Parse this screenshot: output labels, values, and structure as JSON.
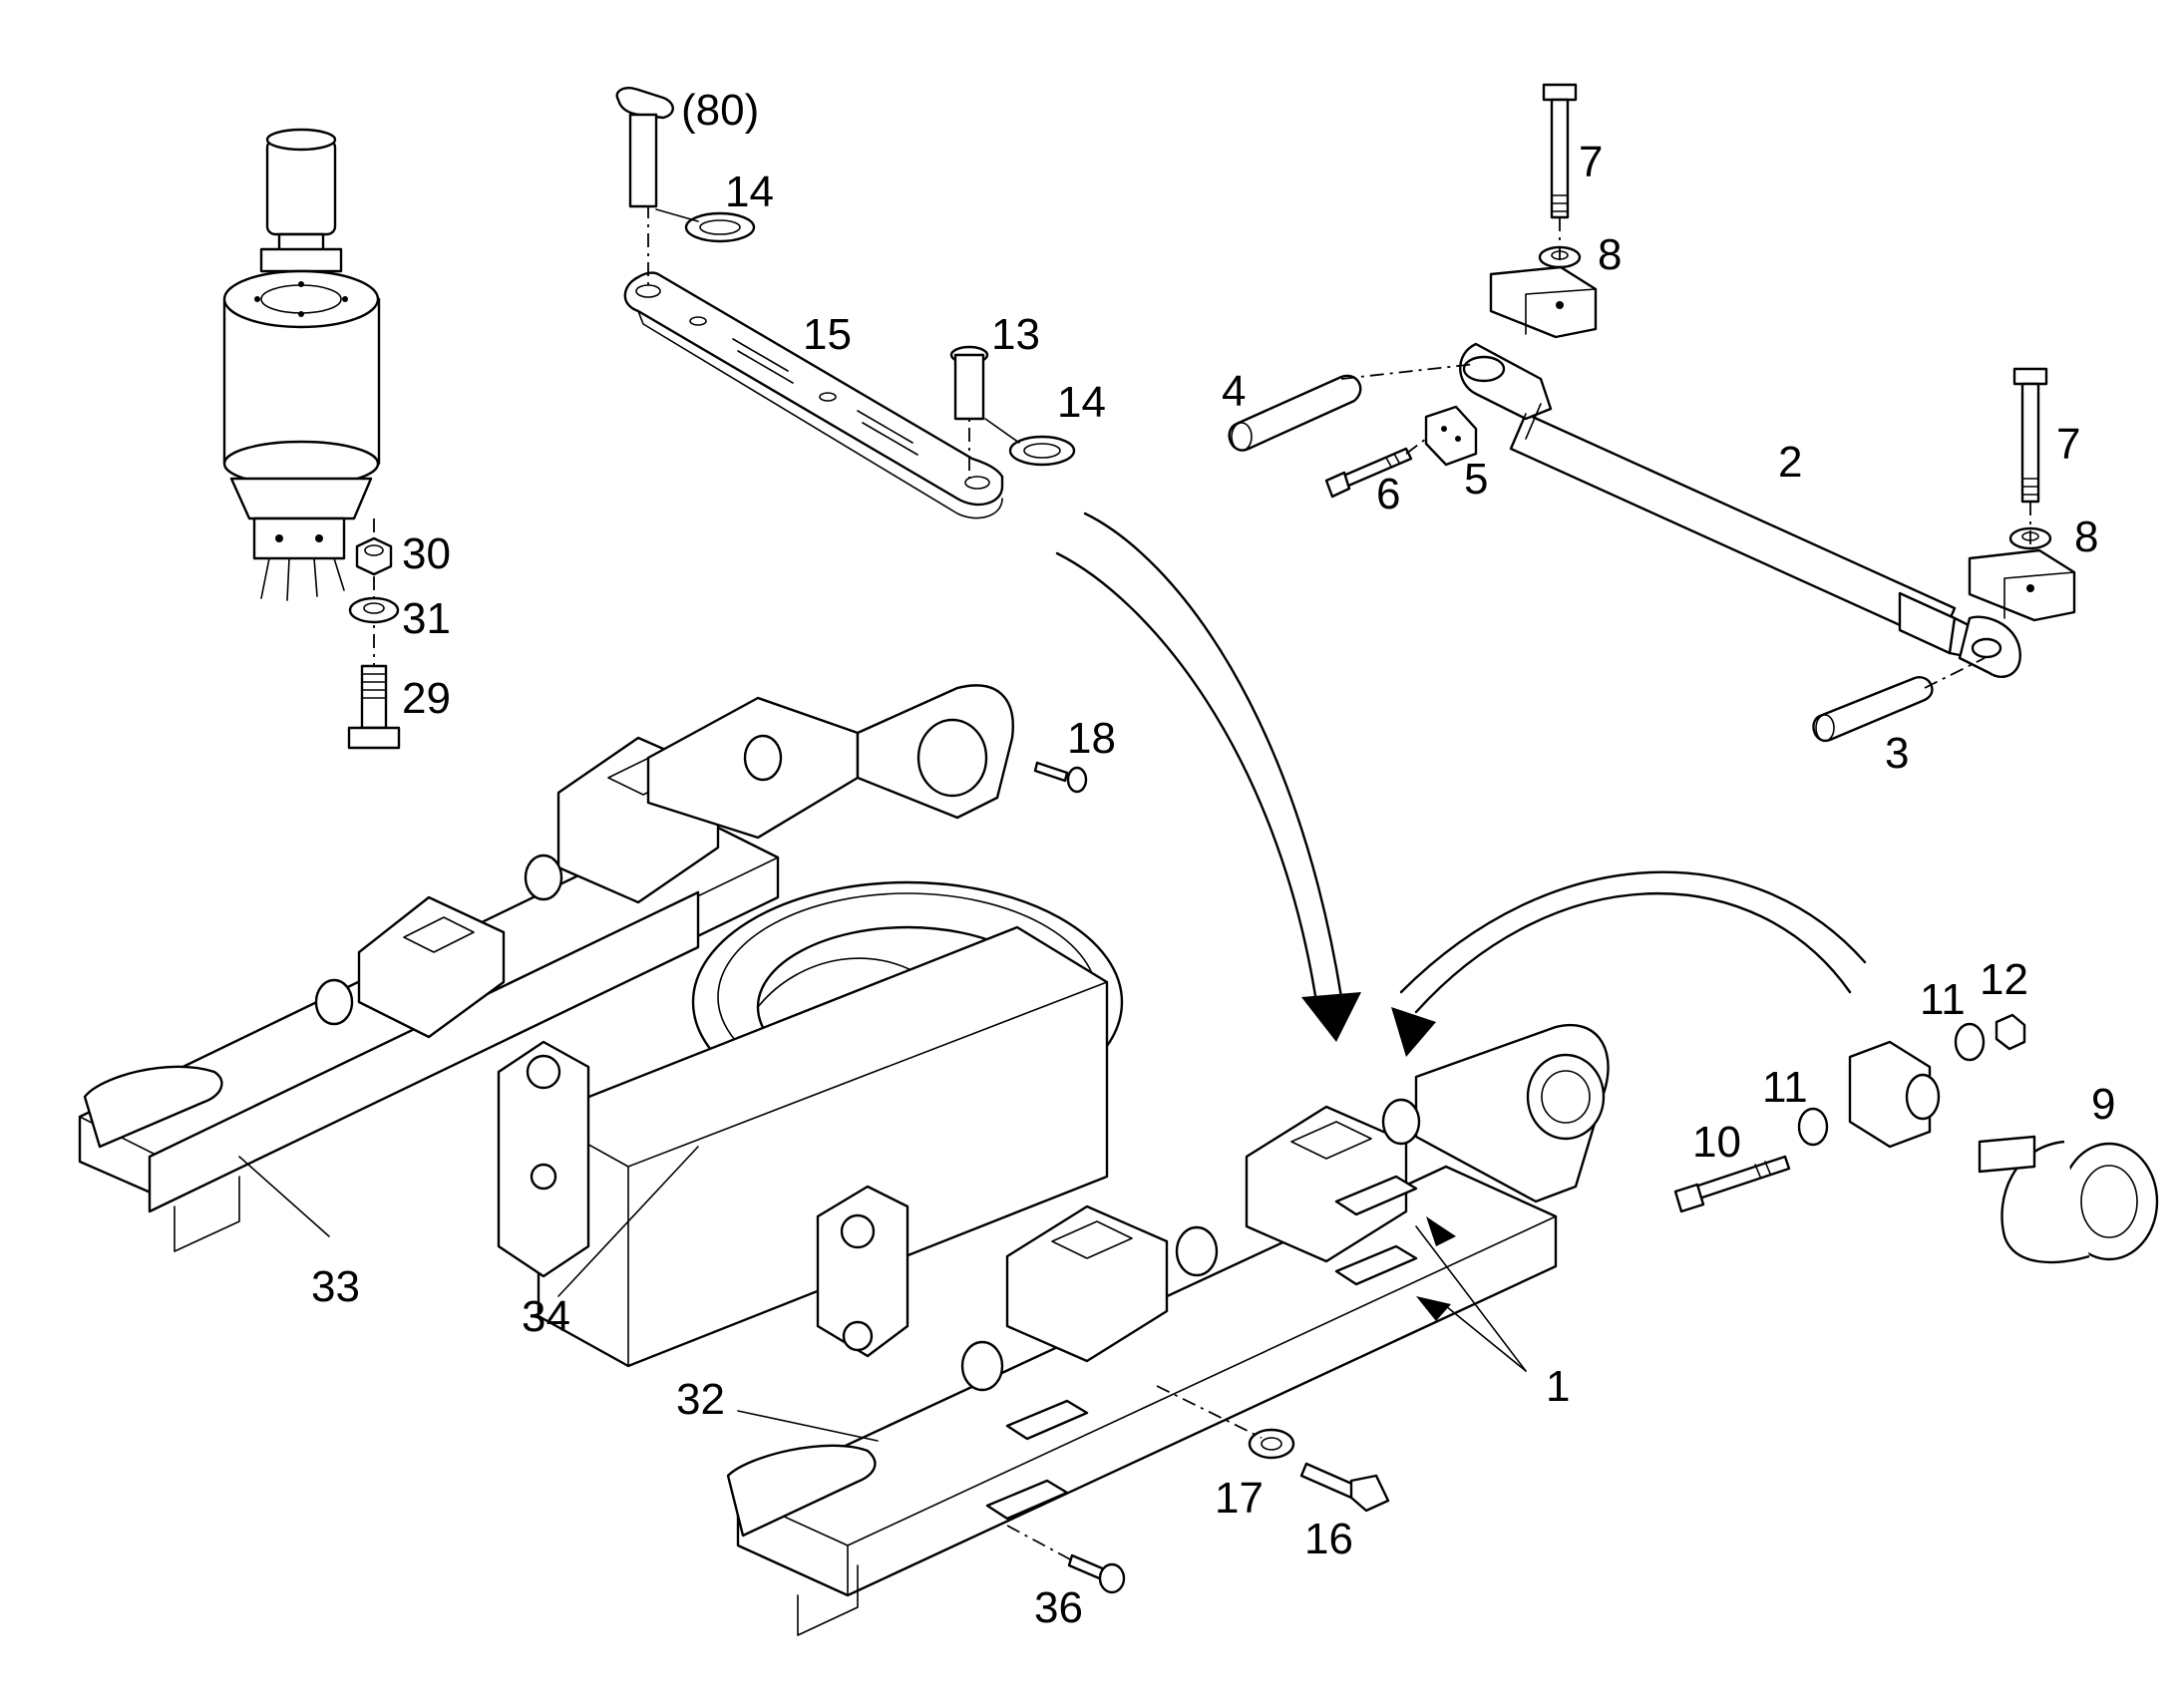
{
  "callouts": {
    "c80": "(80)",
    "c14a": "14",
    "c14b": "14",
    "c15": "15",
    "c13": "13",
    "c7a": "7",
    "c8a": "8",
    "c4": "4",
    "c6": "6",
    "c5": "5",
    "c2": "2",
    "c7b": "7",
    "c8b": "8",
    "c3": "3",
    "c30": "30",
    "c31": "31",
    "c29": "29",
    "c18": "18",
    "c12": "12",
    "c11a": "11",
    "c11b": "11",
    "c10": "10",
    "c9": "9",
    "c33": "33",
    "c34": "34",
    "c1": "1",
    "c32": "32",
    "c17": "17",
    "c16": "16",
    "c36": "36"
  }
}
